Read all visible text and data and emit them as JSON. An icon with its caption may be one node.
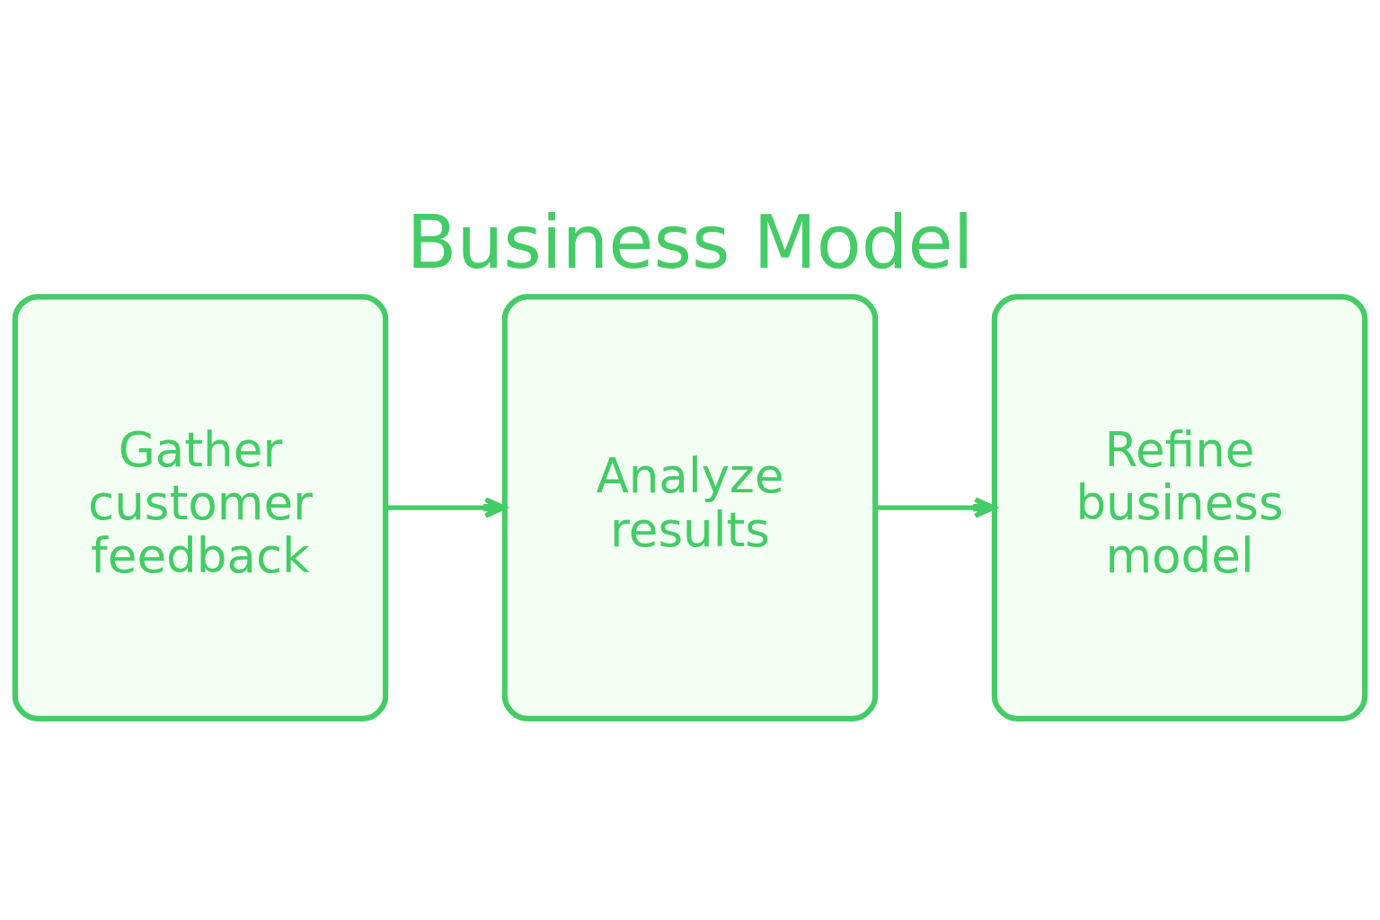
{
  "diagram": {
    "title": "Business Model",
    "nodes": [
      {
        "text": [
          "Gather customer feedback"
        ]
      },
      {
        "text": [
          "Analyze results"
        ]
      },
      {
        "text": [
          "Refine business model"
        ]
      }
    ],
    "edges": [
      {
        "from": 0,
        "to": 1,
        "arrow": "to"
      },
      {
        "from": 1,
        "to": 2,
        "arrow": "to"
      }
    ]
  }
}
